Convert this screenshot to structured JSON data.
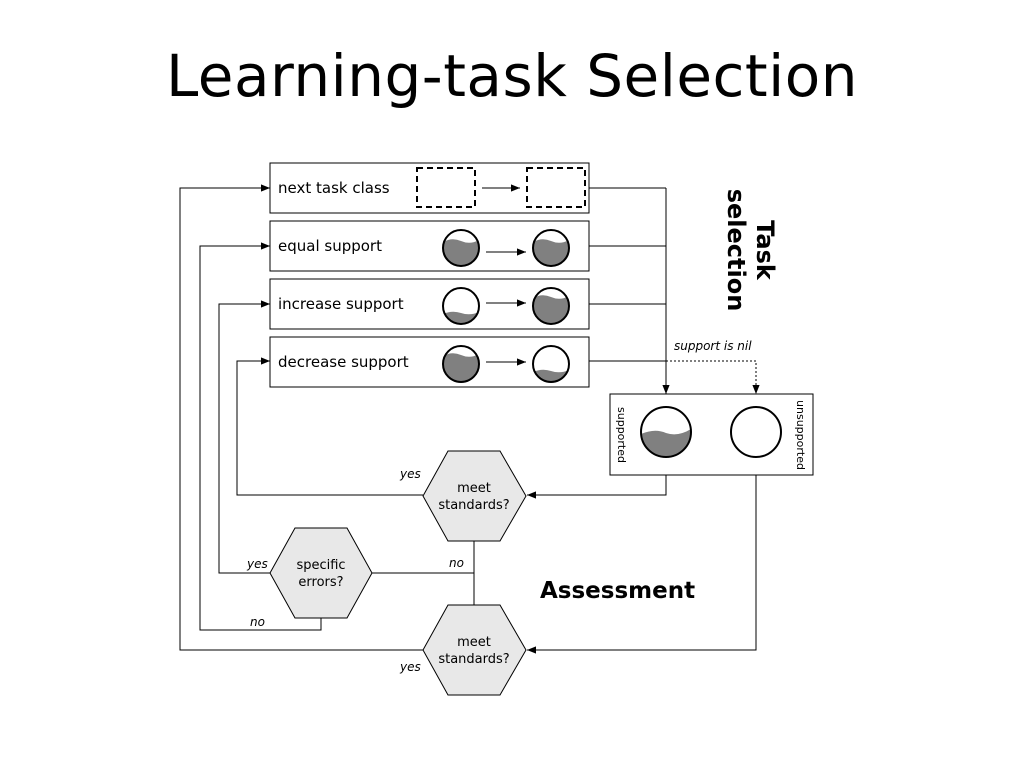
{
  "title": "Learning-task Selection",
  "task_boxes": [
    {
      "label": "next task class"
    },
    {
      "label": "equal support"
    },
    {
      "label": "increase support"
    },
    {
      "label": "decrease support"
    }
  ],
  "task_selection_label": {
    "line1": "Task",
    "line2": "selection"
  },
  "support_nil_label": "support is nil",
  "outcome_box": {
    "supported": "supported",
    "unsupported": "unsupported"
  },
  "hexagons": {
    "top": {
      "line1": "meet",
      "line2": "standards?"
    },
    "errors": {
      "line1": "specific",
      "line2": "errors?"
    },
    "bottom": {
      "line1": "meet",
      "line2": "standards?"
    }
  },
  "edge_labels": {
    "top_yes": "yes",
    "errors_yes": "yes",
    "errors_no": "no",
    "top_no": "no",
    "bottom_yes": "yes"
  },
  "assessment_label": "Assessment",
  "colors": {
    "fill_level": "#808080",
    "hex_fill": "#e8e8e8"
  }
}
